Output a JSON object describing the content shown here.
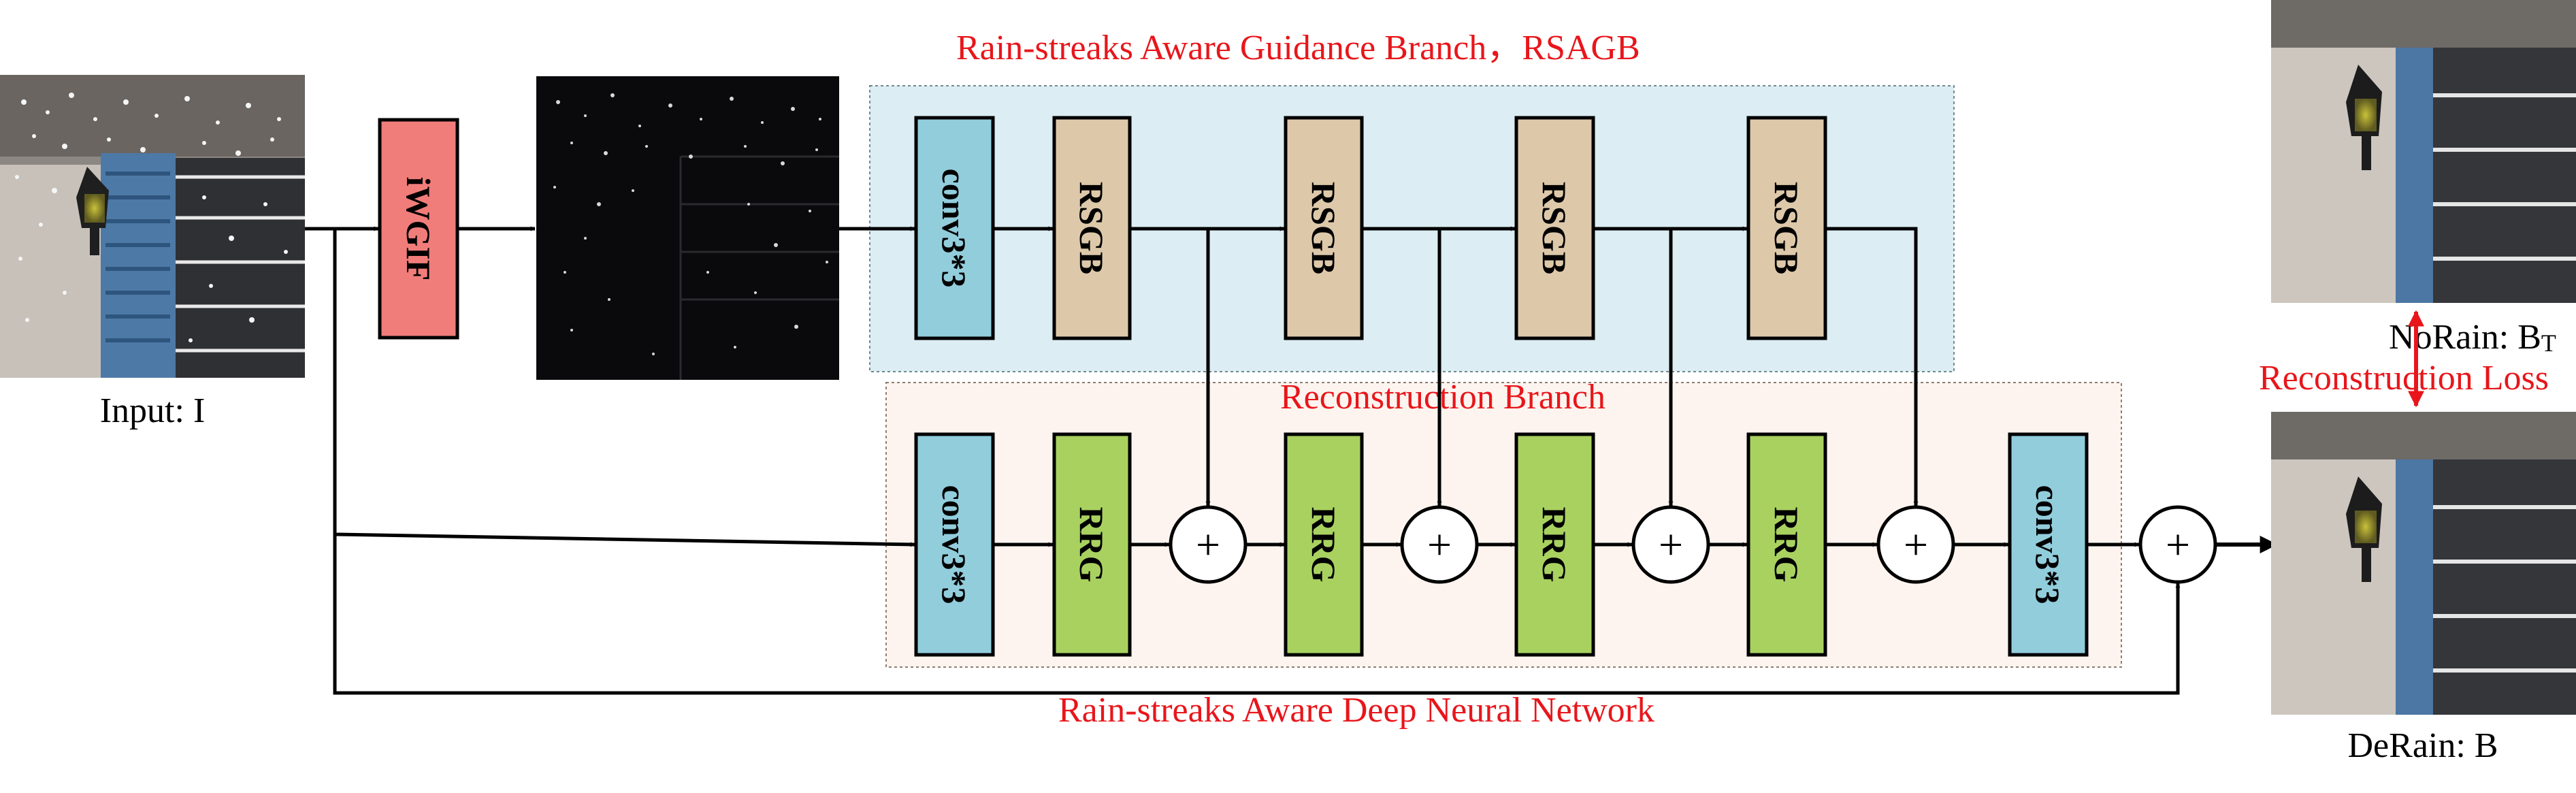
{
  "title_top": "Rain-streaks Aware Guidance Branch，RSAGB",
  "title_mid": "Reconstruction Branch",
  "title_bottom": "Rain-streaks Aware Deep Neural Network",
  "input_label": "Input: I",
  "norain_label": "NoRain: B",
  "norain_sub": "T",
  "loss_label": "Reconstruction Loss",
  "derain_label": "DeRain: B",
  "iwgif_label": "iWGIF",
  "conv_label": "conv3*3",
  "rsgb_label": "RSGB",
  "rrg_label": "RRG",
  "plus_label": "+",
  "colors": {
    "red_text": "#e8161b",
    "conv": "#92cddc",
    "rsgb": "#ddc9aa",
    "rrg": "#a9d160",
    "iwgif": "#f07d7a",
    "rsagb_bg": "#dcedf3",
    "recon_bg": "#fdf4ef"
  }
}
